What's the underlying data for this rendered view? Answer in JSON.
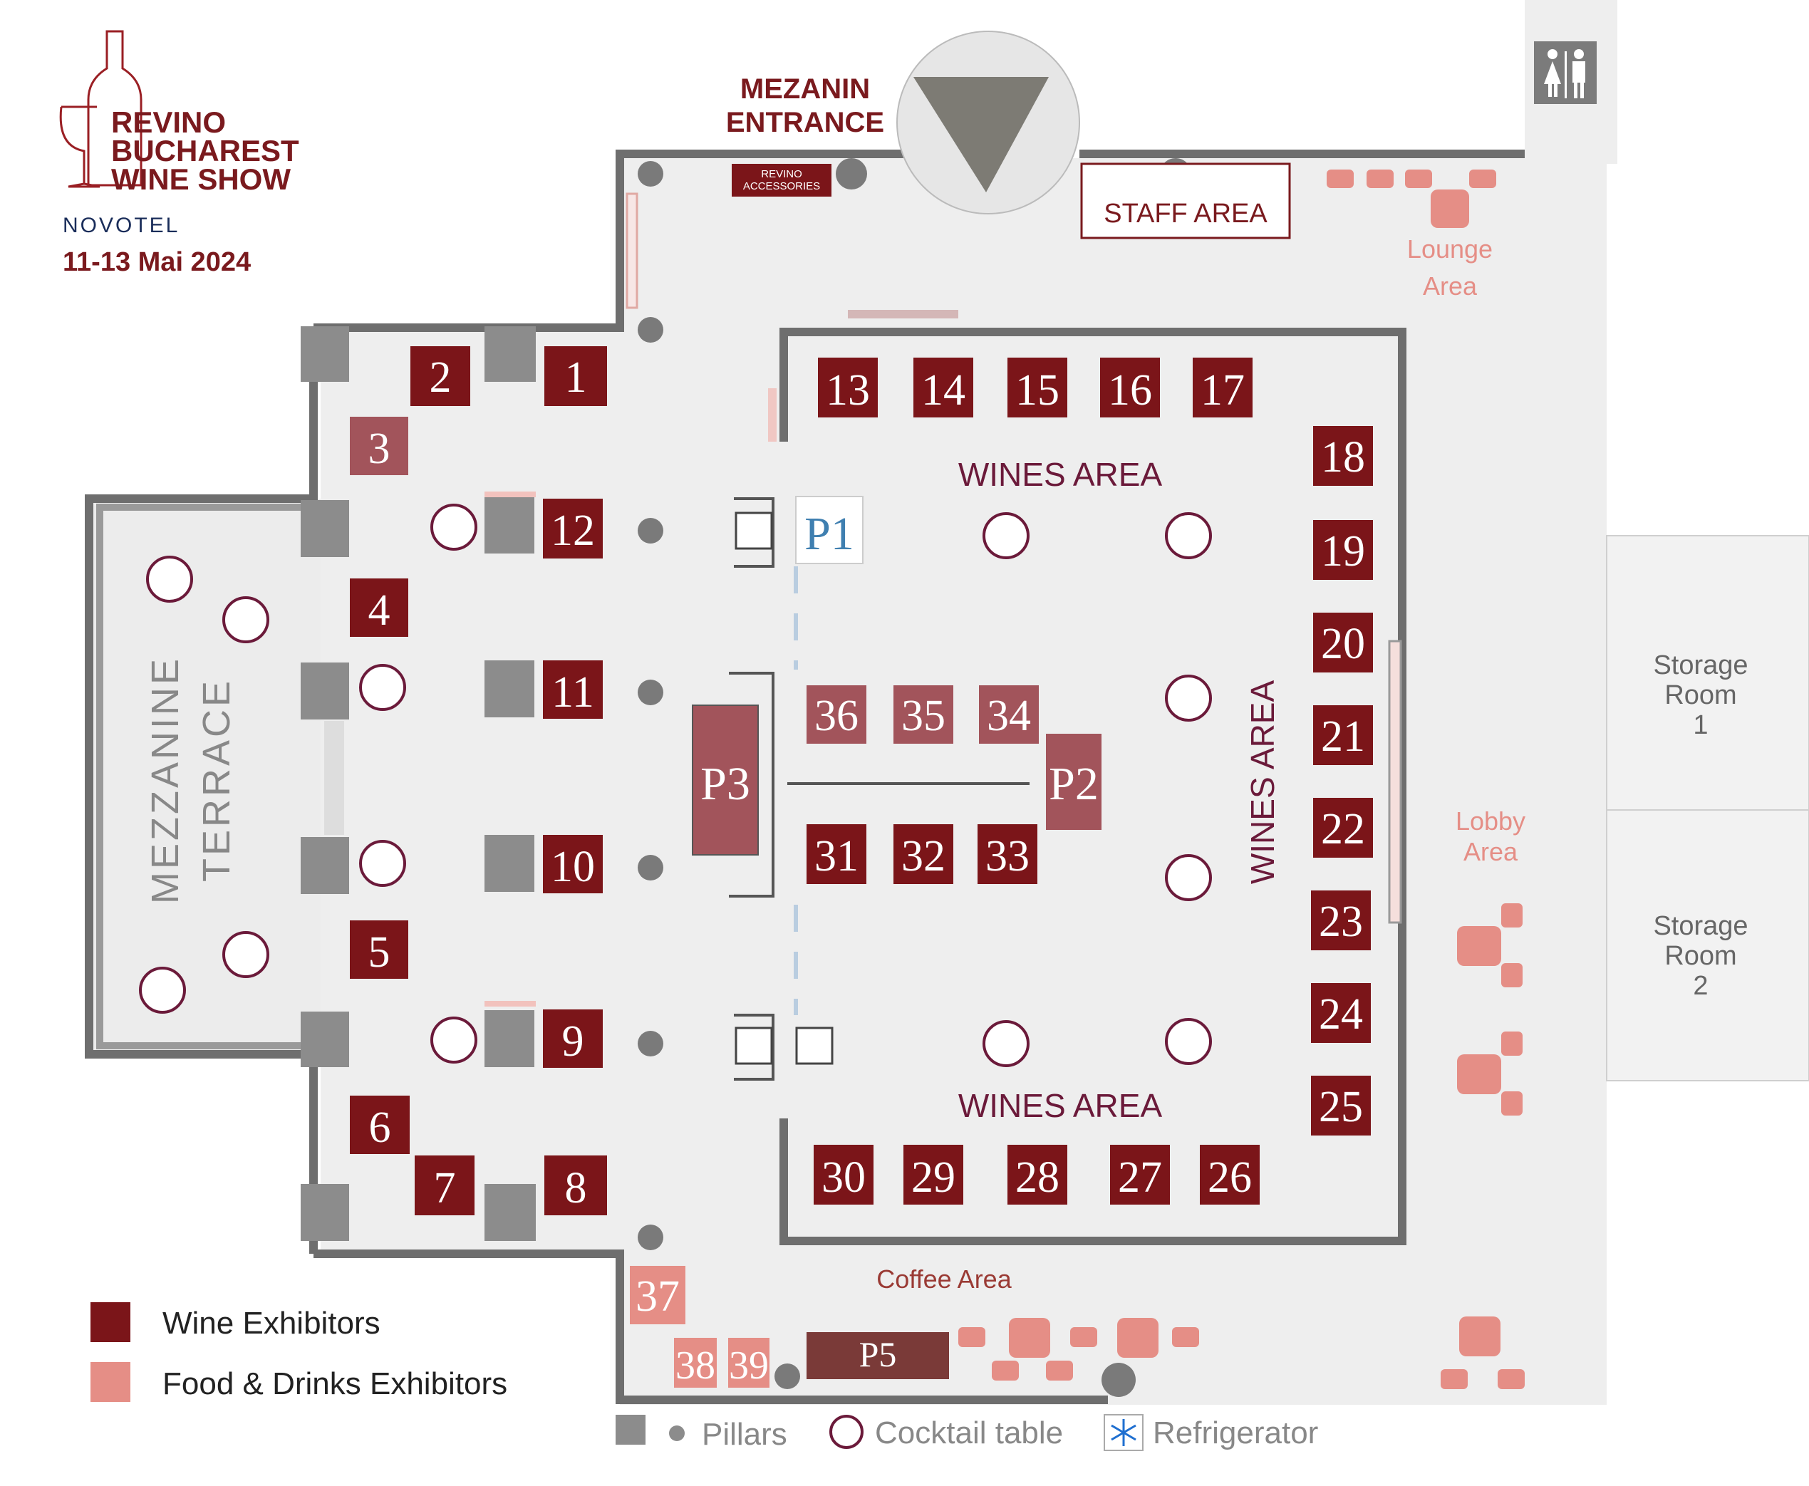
{
  "header": {
    "logo_line1": "REVINO",
    "logo_line2": "BUCHAREST",
    "logo_line3": "WINE SHOW",
    "venue": "NOVOTEL",
    "dates": "11-13 Mai 2024"
  },
  "labels": {
    "mezanin_entrance_1": "MEZANIN",
    "mezanin_entrance_2": "ENTRANCE",
    "revino_accessories_1": "REVINO",
    "revino_accessories_2": "ACCESSORIES",
    "staff_area": "STAFF AREA",
    "lounge_1": "Lounge",
    "lounge_2": "Area",
    "wines_area_top": "WINES AREA",
    "wines_area_bottom": "WINES AREA",
    "wines_area_vertical": "WINES AREA",
    "terrace_1": "MEZZANINE",
    "terrace_2": "TERRACE",
    "storage1_1": "Storage",
    "storage1_2": "Room",
    "storage1_3": "1",
    "storage2_1": "Storage",
    "storage2_2": "Room",
    "storage2_3": "2",
    "lobby_1": "Lobby",
    "lobby_2": "Area",
    "coffee_area": "Coffee Area"
  },
  "booths": {
    "b1": "1",
    "b2": "2",
    "b3": "3",
    "b4": "4",
    "b5": "5",
    "b6": "6",
    "b7": "7",
    "b8": "8",
    "b9": "9",
    "b10": "10",
    "b11": "11",
    "b12": "12",
    "b13": "13",
    "b14": "14",
    "b15": "15",
    "b16": "16",
    "b17": "17",
    "b18": "18",
    "b19": "19",
    "b20": "20",
    "b21": "21",
    "b22": "22",
    "b23": "23",
    "b24": "24",
    "b25": "25",
    "b26": "26",
    "b27": "27",
    "b28": "28",
    "b29": "29",
    "b30": "30",
    "b31": "31",
    "b32": "32",
    "b33": "33",
    "b34": "34",
    "b35": "35",
    "b36": "36",
    "b37": "37",
    "b38": "38",
    "b39": "39",
    "p1": "P1",
    "p2": "P2",
    "p3": "P3",
    "p5": "P5"
  },
  "legend": {
    "wine_exhibitors": "Wine Exhibitors",
    "food_drinks_exhibitors": "Food & Drinks Exhibitors",
    "pillars": "Pillars",
    "cocktail_table": "Cocktail table",
    "refrigerator": "Refrigerator"
  },
  "colors": {
    "wine": "#7b1519",
    "food": "#e58e86",
    "presentation": "#a2545b",
    "accent_text": "#7a1a1e",
    "wines_area_text": "#6b1a3a",
    "floor": "#eeeeee",
    "wall": "#6e6e6e",
    "pillar": "#8c8c8c",
    "p1_blue": "#3f7fb0",
    "refrigerator_blue": "#1f6fd0"
  }
}
